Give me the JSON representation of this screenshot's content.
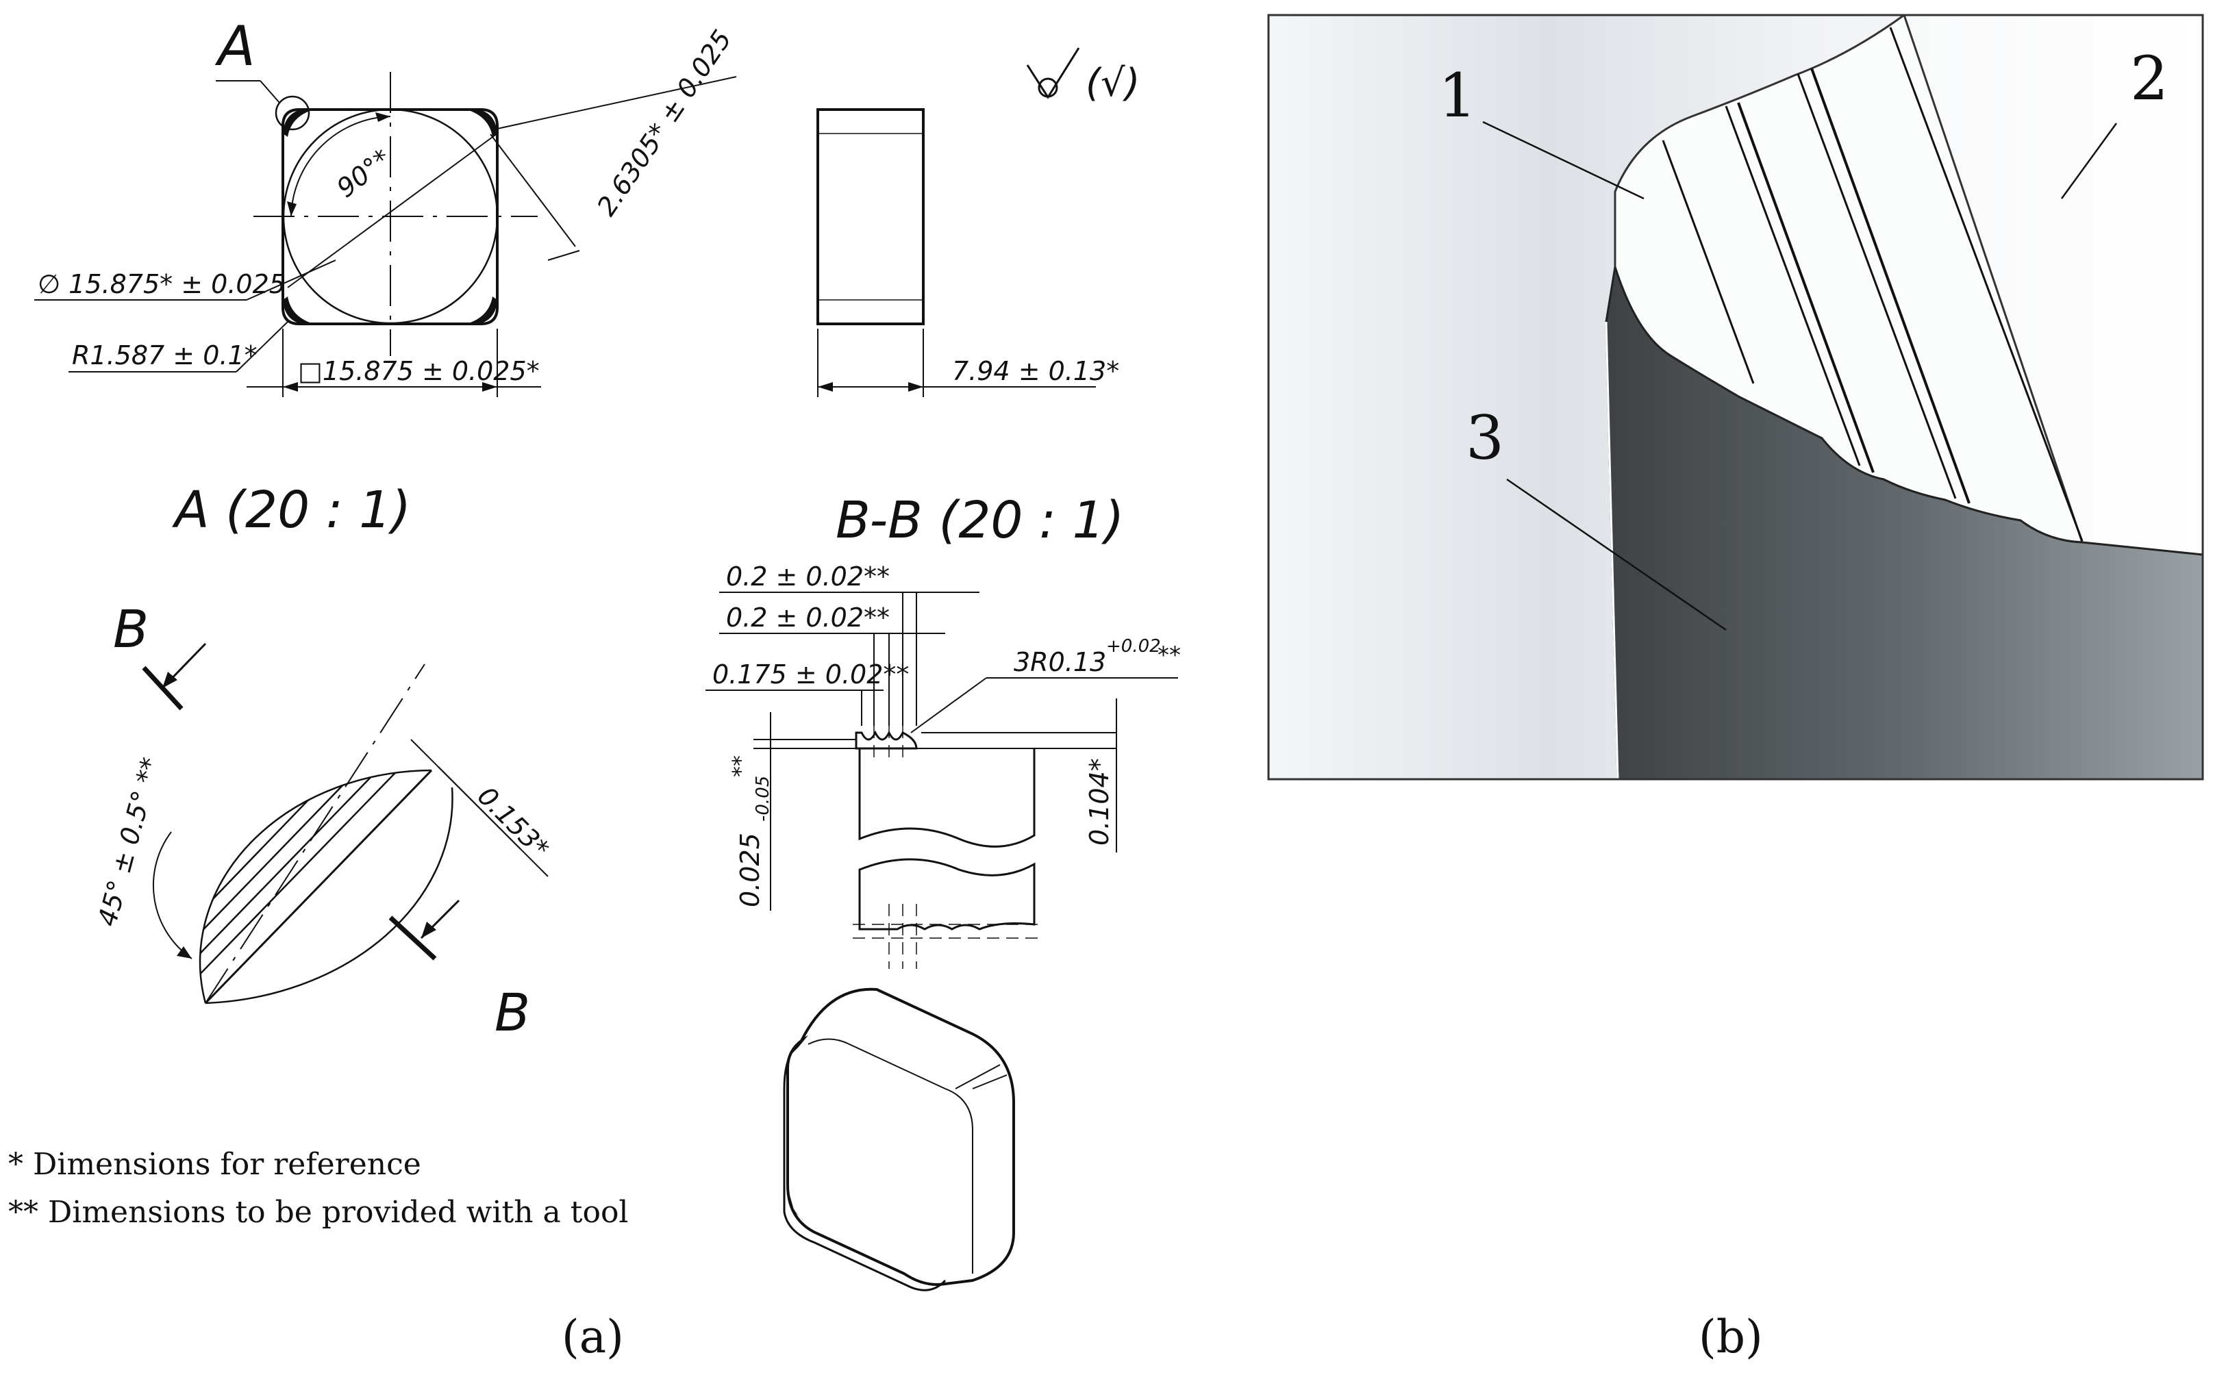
{
  "panel_a": {
    "label": "(a)",
    "view_a_marker": "A",
    "angle_90": "90°*",
    "diag_dim": "2.6305* ± 0.025",
    "dia_dim": "∅ 15.875* ± 0.025",
    "radius_dim": "R1.587 ± 0.1*",
    "square_dim": "□15.875 ± 0.025*",
    "thickness_dim": "7.94 ± 0.13*",
    "roughness": "(√)",
    "detail_title": "A (20 : 1)",
    "section_title": "B-B (20 : 1)",
    "section_marker_top": "B",
    "section_marker_bottom": "B",
    "angle_45": "45° ± 0.5° **",
    "width_0153": "0.153*",
    "dim_02_a": "0.2 ± 0.02**",
    "dim_02_b": "0.2 ± 0.02**",
    "dim_0175": "0.175 ± 0.02**",
    "radius_3r": "3R0.13",
    "radius_3r_tol": "+0.02",
    "radius_3r_stars": "**",
    "depth_0025": "0.025",
    "depth_0025_tol": "-0.05",
    "depth_0025_stars": "**",
    "height_0104": "0.104*",
    "footnote_1": "* Dimensions for reference",
    "footnote_2": "** Dimensions to be provided with a tool"
  },
  "panel_b": {
    "label": "(b)",
    "callout_1": "1",
    "callout_2": "2",
    "callout_3": "3"
  }
}
